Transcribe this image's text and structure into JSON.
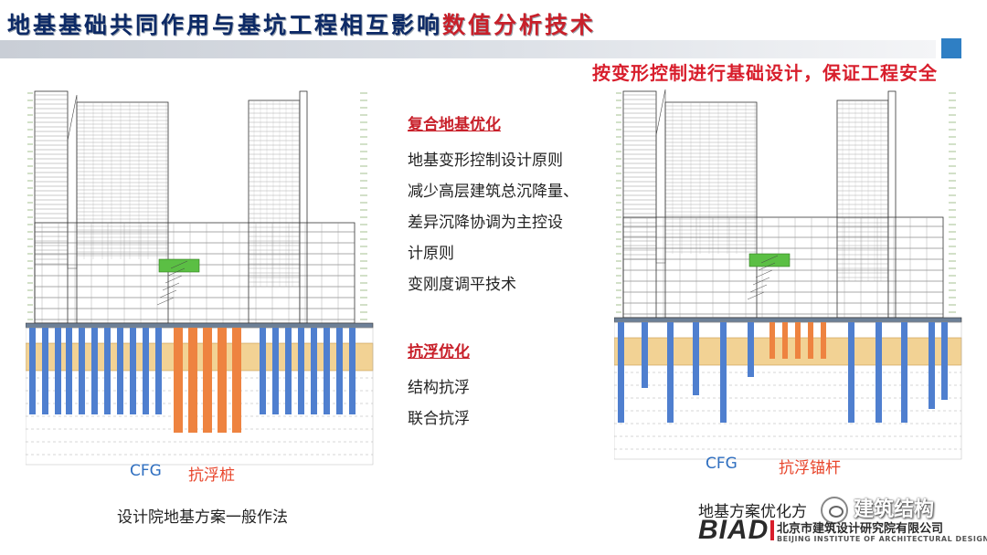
{
  "header": {
    "title_main": "地基基础共同作用与基坑工程相互影响",
    "title_highlight": "数值分析技术",
    "accent_color": "#2f7fc4",
    "title_color": "#0d2a66",
    "highlight_color": "#c8202a"
  },
  "tagline": "按变形控制进行基础设计，保证工程安全",
  "bullets": {
    "section1_title": "复合地基优化",
    "section1_items": [
      "地基变形控制设计原则",
      "减少高层建筑总沉降量、",
      "差异沉降协调为主控设",
      "计原则",
      "变刚度调平技术"
    ],
    "section2_title": "抗浮优化",
    "section2_items": [
      "结构抗浮",
      "联合抗浮"
    ]
  },
  "left_panel": {
    "label_cfg": "CFG",
    "label_pile": "抗浮桩",
    "caption": "设计院地基方案一般作法"
  },
  "right_panel": {
    "label_cfg": "CFG",
    "label_anchor": "抗浮锚杆",
    "caption": "地基方案优化方"
  },
  "watermark": "建筑结构",
  "logo": {
    "mark": "BIAD",
    "name_cn": "北京市建筑设计研究院有限公司",
    "name_en": "BEIJING INSTITUTE OF ARCHITECTURAL DESIGN"
  },
  "colors": {
    "cfg_pile": "#4f7fcf",
    "anti_float": "#ee8340",
    "soil_layer": "#f2d294",
    "green_block": "#5bbf44"
  }
}
